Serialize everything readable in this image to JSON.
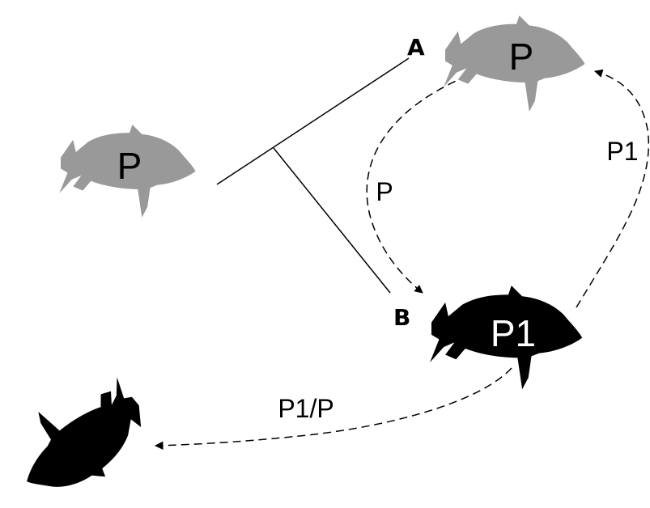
{
  "colors": {
    "background": "#ffffff",
    "grey_fish": "#999999",
    "black_fish": "#000000",
    "grey_fish_text": "#000000",
    "black_fish_text": "#ffffff",
    "lines": "#000000"
  },
  "fish": {
    "parent_left": {
      "label": "P",
      "color": "grey",
      "icon": "fish-icon"
    },
    "top_right": {
      "label": "P",
      "color": "grey",
      "icon": "fish-icon"
    },
    "middle_black": {
      "label": "P1",
      "color": "black",
      "icon": "fish-icon"
    },
    "bottom_left": {
      "label": "",
      "color": "black",
      "icon": "fish-icon"
    }
  },
  "nodes": {
    "a": "A",
    "b": "B"
  },
  "edges": {
    "top_to_black": "P",
    "black_to_top": "P1",
    "black_to_bottom": "P1/P"
  }
}
